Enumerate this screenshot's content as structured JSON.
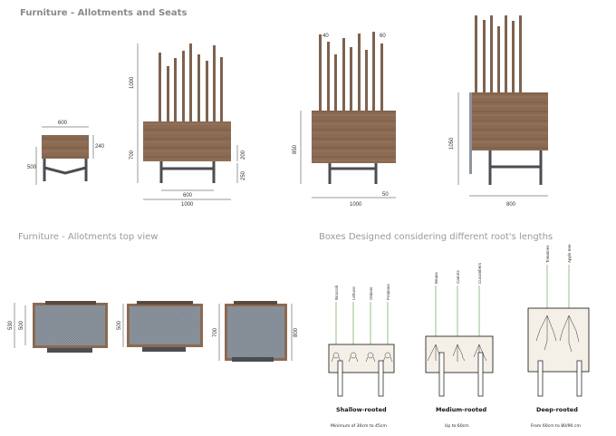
{
  "titles": {
    "seats": "Furniture - Allotments and Seats",
    "topview": "Furniture - Allotments top view",
    "roots": "Boxes Designed considering different root's lengths"
  },
  "seat": {
    "width": "600",
    "height": "240",
    "total": "500"
  },
  "planter1": {
    "pole": "1000",
    "box": "700",
    "leg": "200",
    "clear": "250",
    "inner": "600",
    "width": "1000"
  },
  "planter2": {
    "pole_a": "40",
    "pole_b": "60",
    "height": "850",
    "leg_gap": "50",
    "width": "1000"
  },
  "planter3": {
    "height": "1050",
    "width": "800"
  },
  "topview": [
    {
      "depth": "530",
      "inner": "500"
    },
    {
      "depth": "500"
    },
    {
      "depth": "700",
      "right": "800"
    }
  ],
  "roots": [
    {
      "plants": [
        "Broccoli",
        "Lettuce",
        "Onions",
        "Potatoes"
      ],
      "label": "Shallow-rooted",
      "range": "Minimum of 30cm to 45cm"
    },
    {
      "plants": [
        "Beans",
        "Carrots",
        "Cucumbers"
      ],
      "label": "Medium-rooted",
      "range": "Up to 60cm"
    },
    {
      "plants": [
        "Tomatoes",
        "Apple tree"
      ],
      "label": "Deep-rooted",
      "range": "From 60cm to 80/90 cm"
    }
  ],
  "colors": {
    "wood": "#8b6a52",
    "metal": "#4a4d52",
    "stem": "#6aa84f"
  }
}
